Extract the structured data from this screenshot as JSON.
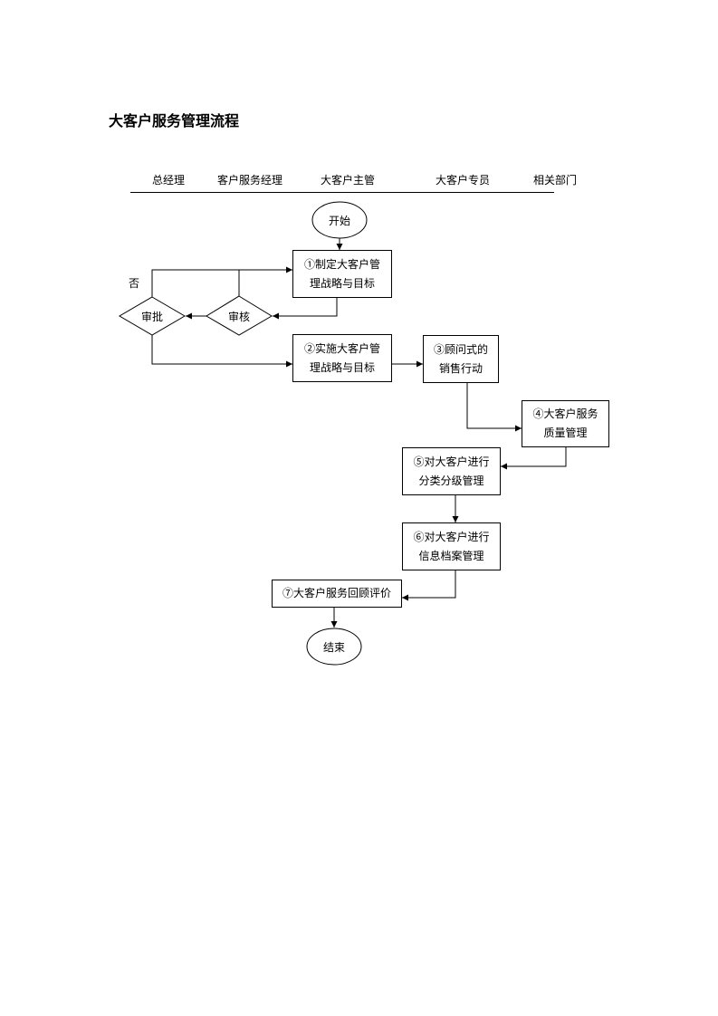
{
  "title": "大客户服务管理流程",
  "lanes": [
    "总经理",
    "客户服务经理",
    "大客户主管",
    "大客户专员",
    "相关部门"
  ],
  "nodes": {
    "start": "开始",
    "step1": [
      "①制定大客户管",
      "理战略与目标"
    ],
    "review": "审核",
    "approve": "审批",
    "reject": "否",
    "step2": [
      "②实施大客户管",
      "理战略与目标"
    ],
    "step3": [
      "③顾问式的",
      "销售行动"
    ],
    "step4": [
      "④大客户服务",
      "质量管理"
    ],
    "step5": [
      "⑤对大客户进行",
      "分类分级管理"
    ],
    "step6": [
      "⑥对大客户进行",
      "信息档案管理"
    ],
    "step7": "⑦大客户服务回顾评价",
    "end": "结束"
  }
}
